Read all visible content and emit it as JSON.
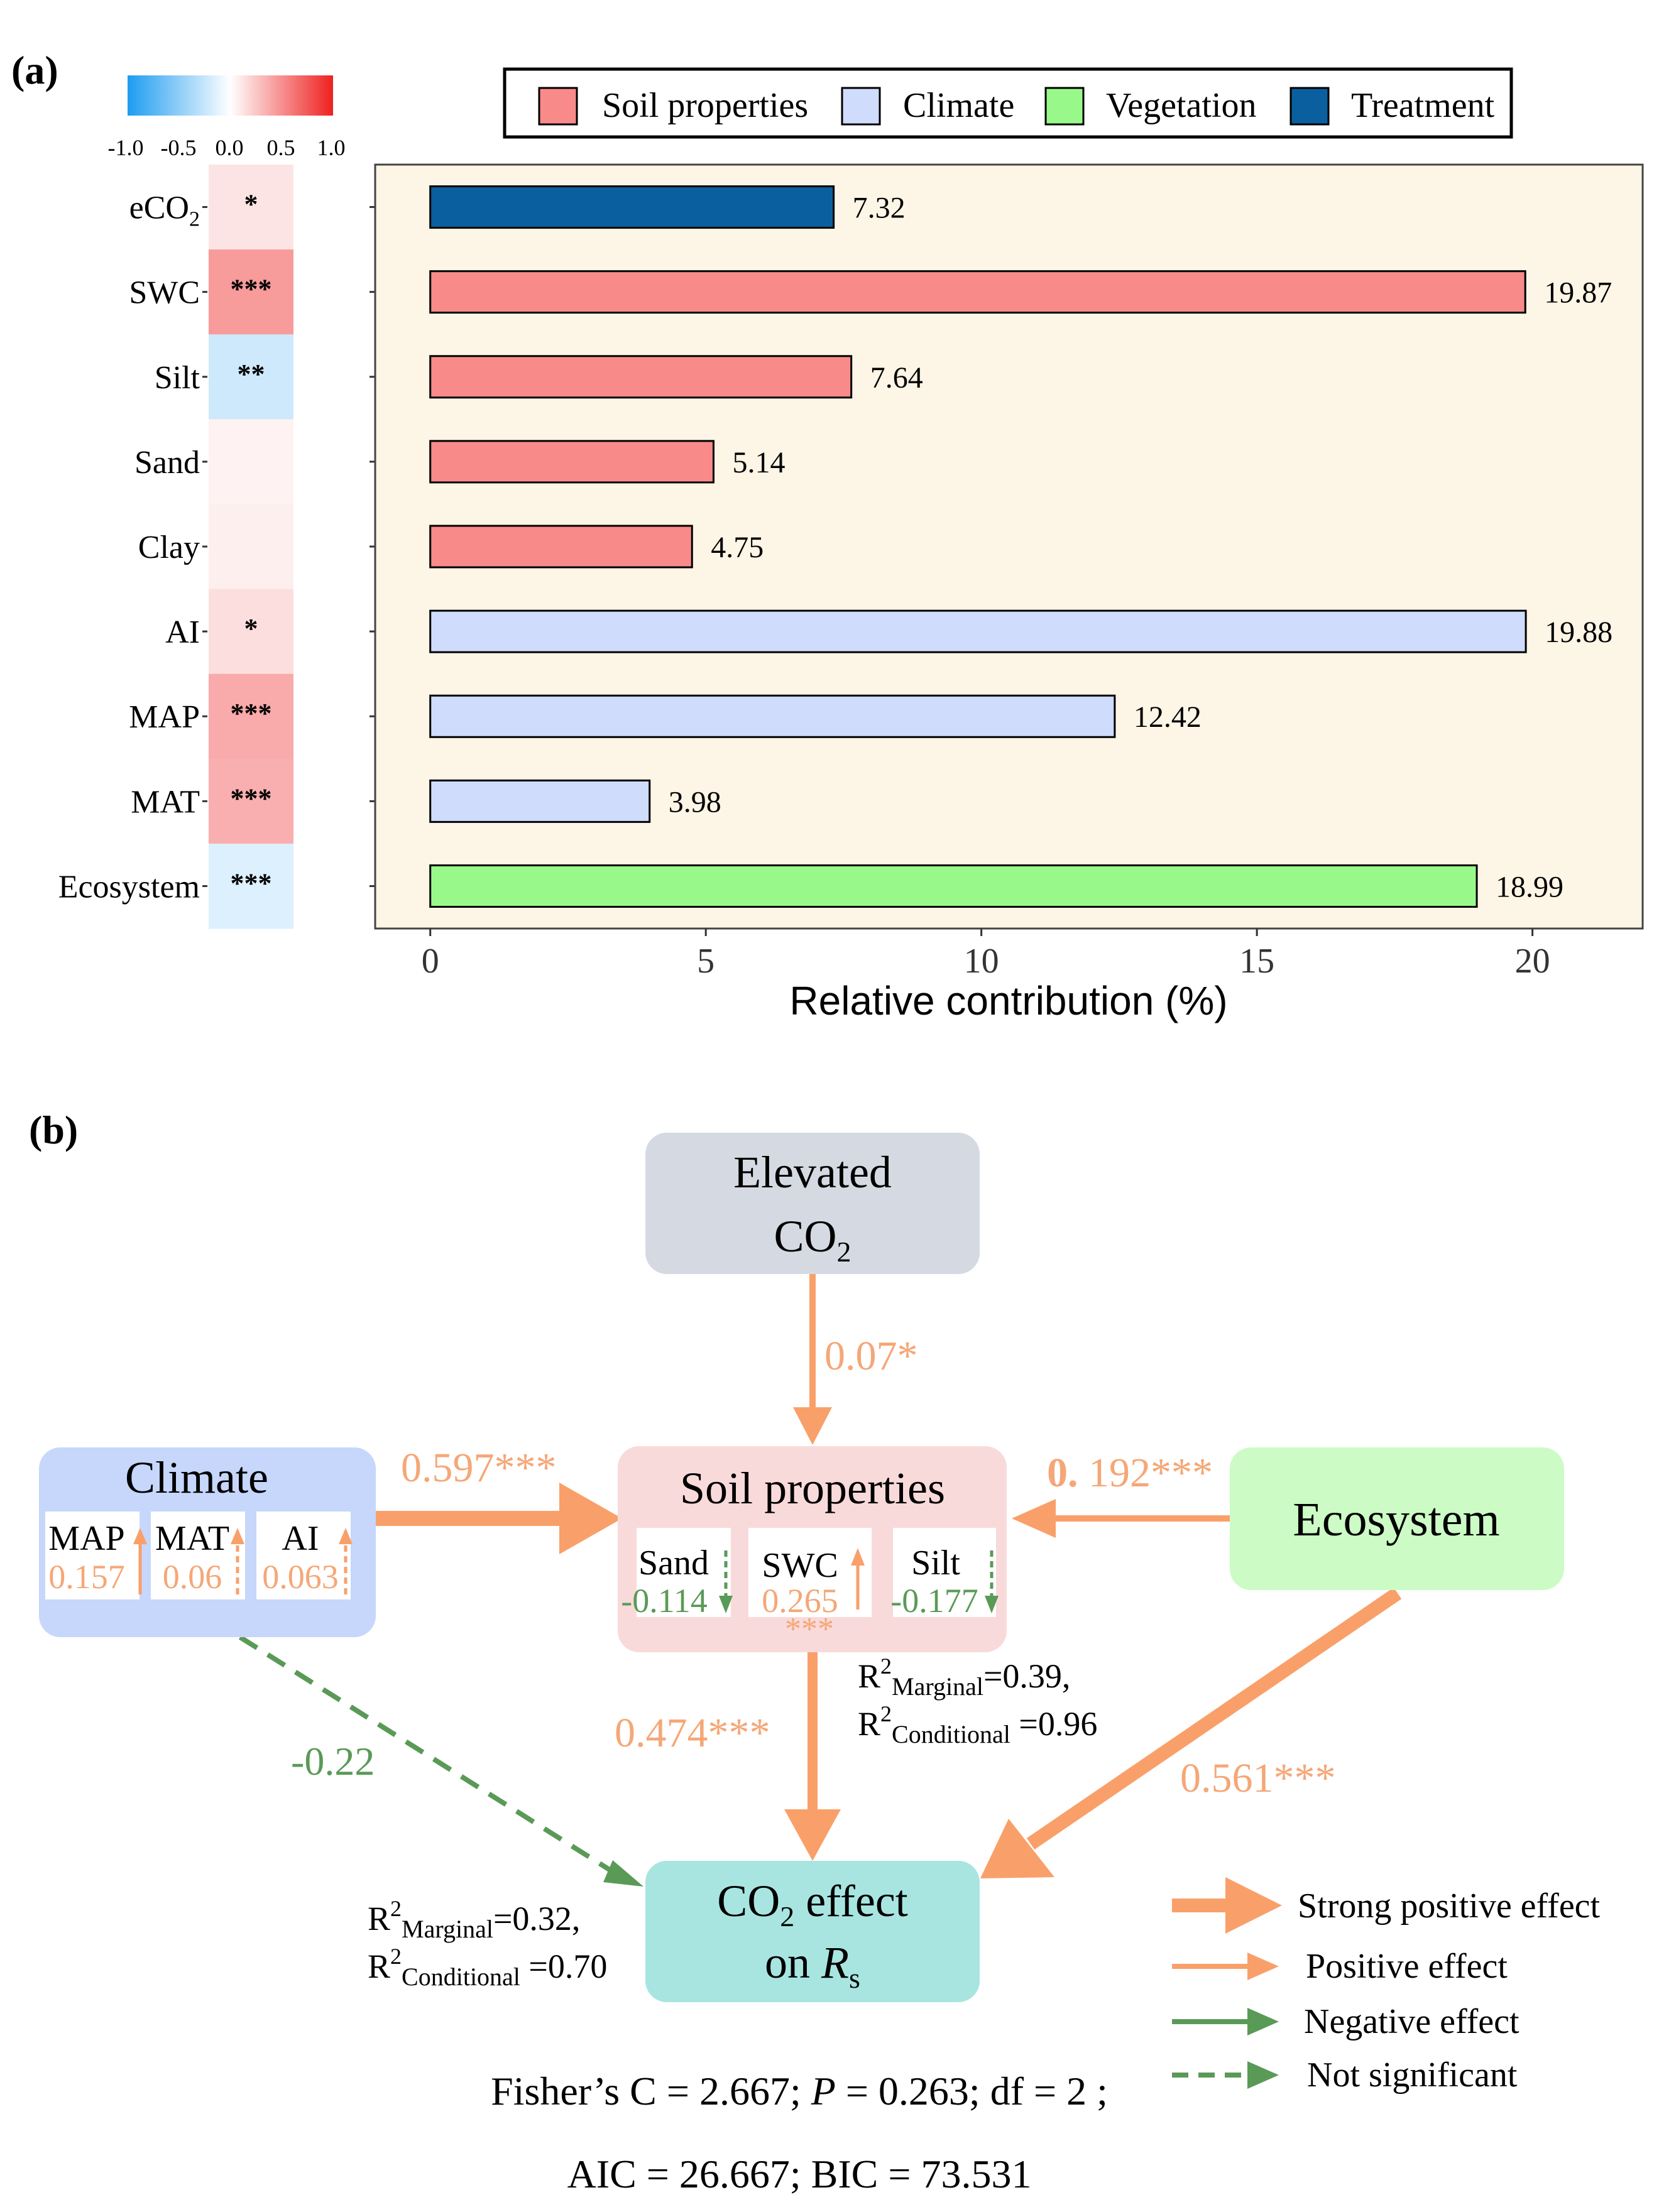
{
  "panel_a": {
    "label": "(a)",
    "colorbar": {
      "ticks": [
        "-1.0",
        "-0.5",
        "0.0",
        "0.5",
        "1.0"
      ],
      "low_color": "#1e9cf0",
      "mid_color": "#ffffff",
      "high_color": "#ef2020"
    },
    "legend": [
      {
        "name": "Soil properties",
        "color": "#f98a8a"
      },
      {
        "name": "Climate",
        "color": "#cfdcfb"
      },
      {
        "name": "Vegetation",
        "color": "#98f98a"
      },
      {
        "name": "Treatment",
        "color": "#0a5f9e"
      }
    ],
    "plot_background": "#fdf5e6",
    "xlabel": "Relative contribution (%)"
  },
  "chart_data": {
    "type": "bar",
    "orientation": "horizontal",
    "categories": [
      "eCO2",
      "SWC",
      "Silt",
      "Sand",
      "Clay",
      "AI",
      "MAP",
      "MAT",
      "Ecosystem"
    ],
    "category_labels": [
      {
        "main": "eCO",
        "sub": "2"
      },
      {
        "main": "SWC",
        "sub": ""
      },
      {
        "main": "Silt",
        "sub": ""
      },
      {
        "main": "Sand",
        "sub": ""
      },
      {
        "main": "Clay",
        "sub": ""
      },
      {
        "main": "AI",
        "sub": ""
      },
      {
        "main": "MAP",
        "sub": ""
      },
      {
        "main": "MAT",
        "sub": ""
      },
      {
        "main": "Ecosystem",
        "sub": ""
      }
    ],
    "values": [
      7.32,
      19.87,
      7.64,
      5.14,
      4.75,
      19.88,
      12.42,
      3.98,
      18.99
    ],
    "value_labels": [
      "7.32",
      "19.87",
      "7.64",
      "5.14",
      "4.75",
      "19.88",
      "12.42",
      "3.98",
      "18.99"
    ],
    "groups": [
      "Treatment",
      "Soil properties",
      "Soil properties",
      "Soil properties",
      "Soil properties",
      "Climate",
      "Climate",
      "Climate",
      "Vegetation"
    ],
    "correlation_heatmap": {
      "values": [
        0.12,
        0.45,
        -0.22,
        0.06,
        0.07,
        0.15,
        0.38,
        0.36,
        -0.15
      ],
      "significance": [
        "*",
        "***",
        "**",
        "",
        "",
        "*",
        "***",
        "***",
        "***"
      ],
      "range": [
        -1.0,
        1.0
      ]
    },
    "xlim": [
      -1,
      22
    ],
    "xticks": [
      0,
      5,
      10,
      15,
      20
    ],
    "xlabel": "Relative contribution (%)",
    "legend_position": "top"
  },
  "panel_b": {
    "label": "(b)",
    "nodes": {
      "elevated": {
        "line1": "Elevated",
        "line2": "CO",
        "line2_sub": "2"
      },
      "climate": {
        "title": "Climate",
        "items": [
          {
            "name": "MAP",
            "value": "0.157"
          },
          {
            "name": "MAT",
            "value": "0.06"
          },
          {
            "name": "AI",
            "value": "0.063"
          }
        ]
      },
      "soil": {
        "title": "Soil properties",
        "items": [
          {
            "name": "Sand",
            "value": "-0.114"
          },
          {
            "name": "SWC",
            "value": "0.265"
          },
          {
            "name": "Silt",
            "value": "-0.177"
          }
        ],
        "swc_sig": "***"
      },
      "ecosystem": {
        "title": "Ecosystem"
      },
      "effect": {
        "line1_main": "CO",
        "line1_sub": "2",
        "line1_rest": " effect",
        "line2_main": "on ",
        "line2_italic": "R",
        "line2_sub": "s"
      }
    },
    "paths": {
      "elevated_to_soil": "0.07*",
      "climate_to_soil": "0.597***",
      "ecosystem_to_soil_a": "0.",
      "ecosystem_to_soil_b": " 192***",
      "soil_to_effect": "0.474***",
      "ecosystem_to_effect": "0.561***",
      "climate_to_effect": "-0.22"
    },
    "r2_soil": {
      "marginal_sub": "Marginal",
      "marginal_val": "=0.39,",
      "conditional_sub": "Conditional",
      "conditional_val": " =0.96"
    },
    "r2_effect": {
      "marginal_sub": "Marginal",
      "marginal_val": "=0.32,",
      "conditional_sub": "Conditional",
      "conditional_val": " =0.70"
    },
    "legend": [
      {
        "key": "strong",
        "label": "Strong positive effect"
      },
      {
        "key": "positive",
        "label": "Positive effect"
      },
      {
        "key": "negative",
        "label": "Negative effect"
      },
      {
        "key": "ns",
        "label": "Not significant"
      }
    ],
    "stats": {
      "line1_a": "Fisher’s C = 2.667; ",
      "line1_p": "P",
      "line1_b": " = 0.263; df = 2 ;",
      "line2": "AIC = 26.667; BIC = 73.531"
    },
    "colors": {
      "positive": "#f9a06a",
      "positive_text": "#f5a777",
      "negative": "#5a9a57",
      "negative_text": "#5a9a57",
      "elevated_fill": "#d5dae2",
      "climate_fill": "#c6d7fb",
      "soil_fill": "#f9dada",
      "ecosystem_fill": "#ccfbc6",
      "effect_fill": "#a8e5e1"
    }
  }
}
